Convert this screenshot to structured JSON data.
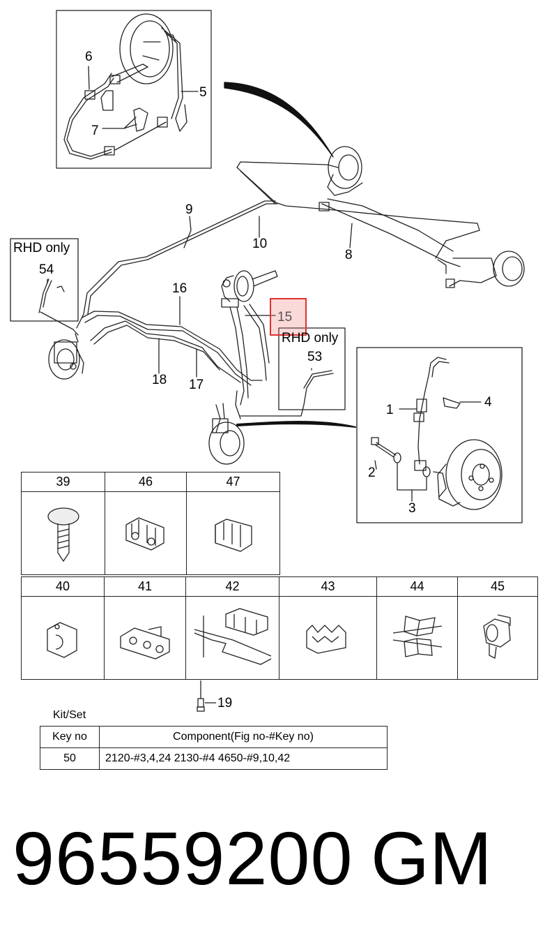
{
  "callouts": {
    "c1": "1",
    "c2": "2",
    "c3": "3",
    "c4": "4",
    "c5": "5",
    "c6": "6",
    "c7": "7",
    "c8": "8",
    "c9": "9",
    "c10": "10",
    "c15": "15",
    "c16": "16",
    "c17": "17",
    "c18": "18",
    "c19": "19",
    "c53": "53",
    "c54": "54"
  },
  "rhd_boxes": {
    "left_label": "RHD only",
    "right_label": "RHD only"
  },
  "highlight": {
    "key": "15",
    "color": "#e03030"
  },
  "parts_row1": [
    {
      "key": "39",
      "icon": "push-rivet-icon"
    },
    {
      "key": "46",
      "icon": "double-pipe-clip-icon"
    },
    {
      "key": "47",
      "icon": "triple-pipe-clip-icon"
    }
  ],
  "parts_row2": [
    {
      "key": "40",
      "icon": "single-clip-icon"
    },
    {
      "key": "41",
      "icon": "multi-clip-icon"
    },
    {
      "key": "42",
      "icon": "bracket-clip-icon"
    },
    {
      "key": "43",
      "icon": "wave-clip-icon"
    },
    {
      "key": "44",
      "icon": "fan-clip-icon"
    },
    {
      "key": "45",
      "icon": "hose-clip-icon"
    }
  ],
  "kit": {
    "title": "Kit/Set",
    "col_key": "Key no",
    "col_component": "Component(Fig no-#Key no)",
    "row_key": "50",
    "row_component": "2120-#3,4,24  2130-#4  4650-#9,10,42"
  },
  "footer": {
    "part_number": "96559200",
    "brand": "GM"
  }
}
